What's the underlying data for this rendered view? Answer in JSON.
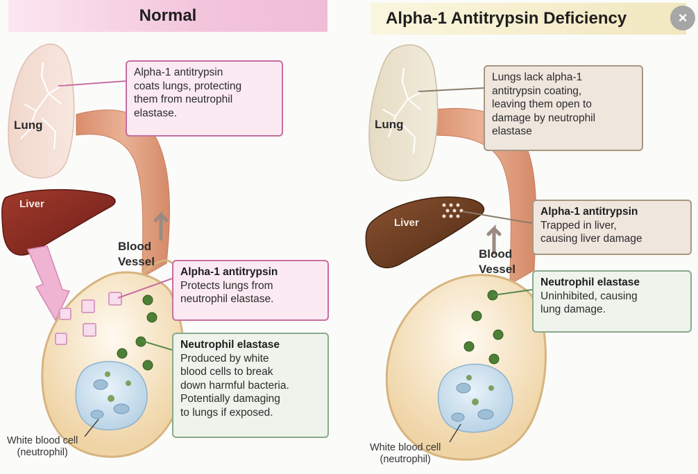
{
  "normal": {
    "title": "Normal",
    "labels": {
      "lung": "Lung",
      "liver": "Liver",
      "blood_vessel_line1": "Blood",
      "blood_vessel_line2": "Vessel",
      "wbc_line1": "White blood cell",
      "wbc_line2": "(neutrophil)"
    },
    "callout_lungs": {
      "lines": [
        "Alpha-1 antitrypsin",
        "coats lungs, protecting",
        "them from neutrophil",
        "elastase."
      ]
    },
    "callout_aat": {
      "title": "Alpha-1 antitrypsin",
      "lines": [
        "Protects lungs from",
        "neutrophil elastase."
      ]
    },
    "callout_ne": {
      "title": "Neutrophil elastase",
      "lines": [
        "Produced by white",
        "blood cells to break",
        "down harmful bacteria.",
        "Potentially damaging",
        "to lungs if exposed."
      ]
    }
  },
  "deficiency": {
    "title": "Alpha-1 Antitrypsin Deficiency",
    "labels": {
      "lung": "Lung",
      "liver": "Liver",
      "blood_vessel_line1": "Blood",
      "blood_vessel_line2": "Vessel",
      "wbc_line1": "White blood cell",
      "wbc_line2": "(neutrophil)"
    },
    "callout_lungs": {
      "lines": [
        "Lungs lack alpha-1",
        "antitrypsin coating,",
        "leaving them open to",
        "damage by neutrophil",
        "elastase"
      ]
    },
    "callout_aat": {
      "title": "Alpha-1 antitrypsin",
      "lines": [
        "Trapped in liver,",
        "causing liver damage"
      ]
    },
    "callout_ne": {
      "title": "Neutrophil elastase",
      "lines": [
        "Uninhibited, causing",
        "lung damage."
      ]
    }
  },
  "colors": {
    "aat_pink": "#e7a9cb",
    "elastase_green": "#4e7f36",
    "liver_normal": "#8a2b24",
    "liver_deficient": "#6e3a1d",
    "vessel": "#e6a787",
    "cell_blue": "#cfe1ef"
  },
  "close_icon": "×"
}
